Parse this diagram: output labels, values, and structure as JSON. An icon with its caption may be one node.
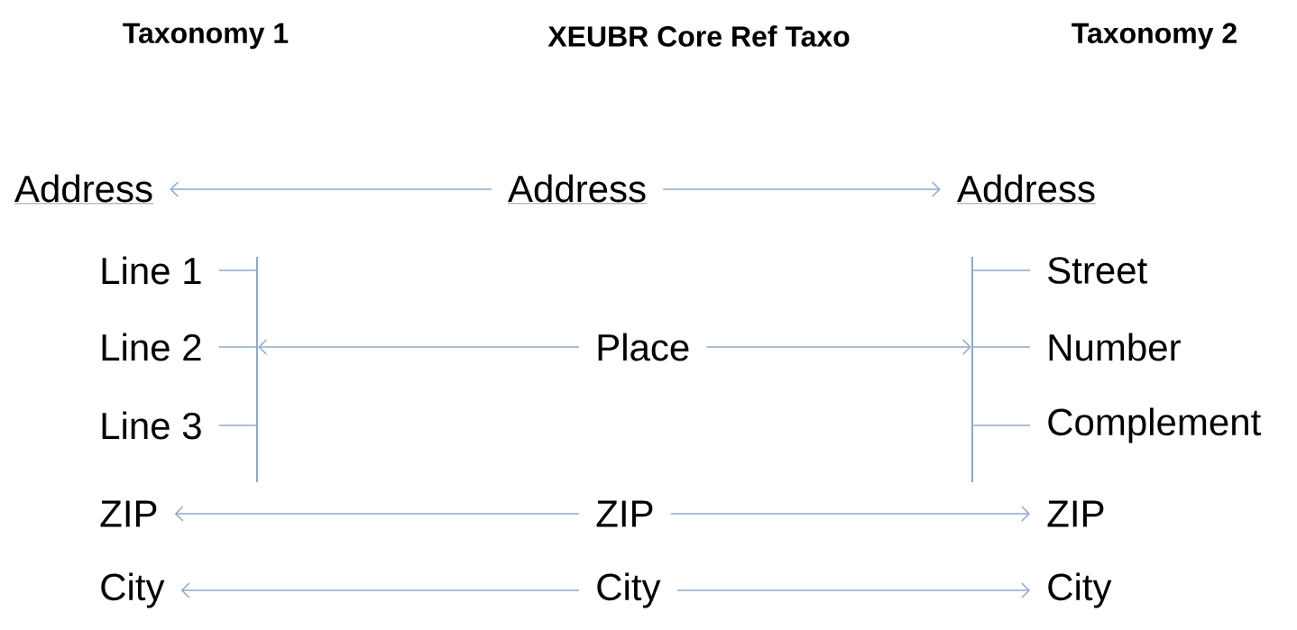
{
  "diagram": {
    "nodes": [
      {
        "text": [
          "Address"
        ]
      },
      {
        "text": [
          "Address"
        ]
      },
      {
        "text": [
          "Address"
        ]
      },
      {
        "text": [
          "Line 1"
        ]
      },
      {
        "text": [
          "Line 2"
        ]
      },
      {
        "text": [
          "Line 3"
        ]
      },
      {
        "text": [],
        "shape": "bar"
      },
      {
        "text": [
          "Place"
        ]
      },
      {
        "text": [],
        "shape": "bar"
      },
      {
        "text": [
          "Street"
        ]
      },
      {
        "text": [
          "Number"
        ]
      },
      {
        "text": [
          "Complement"
        ]
      },
      {
        "text": [
          "ZIP"
        ]
      },
      {
        "text": [
          "ZIP"
        ]
      },
      {
        "text": [
          "ZIP"
        ]
      },
      {
        "text": [
          "City"
        ]
      },
      {
        "text": [
          "City"
        ]
      },
      {
        "text": [
          "City"
        ]
      }
    ],
    "edges": [
      {
        "from": 1,
        "to": 0,
        "arrow": "to"
      },
      {
        "from": 1,
        "to": 2,
        "arrow": "to"
      },
      {
        "from": 6,
        "to": 3,
        "arrow": "none"
      },
      {
        "from": 6,
        "to": 4,
        "arrow": "none"
      },
      {
        "from": 6,
        "to": 5,
        "arrow": "none"
      },
      {
        "from": 7,
        "to": 6,
        "arrow": "to"
      },
      {
        "from": 7,
        "to": 8,
        "arrow": "to"
      },
      {
        "from": 8,
        "to": 9,
        "arrow": "none"
      },
      {
        "from": 8,
        "to": 10,
        "arrow": "none"
      },
      {
        "from": 8,
        "to": 11,
        "arrow": "none"
      },
      {
        "from": 13,
        "to": 12,
        "arrow": "to"
      },
      {
        "from": 13,
        "to": 14,
        "arrow": "to"
      },
      {
        "from": 16,
        "to": 15,
        "arrow": "to"
      },
      {
        "from": 16,
        "to": 17,
        "arrow": "to"
      }
    ],
    "labels": [
      "Taxonomy 1",
      "XEUBR Core Ref Taxo",
      "Taxonomy 2"
    ]
  }
}
